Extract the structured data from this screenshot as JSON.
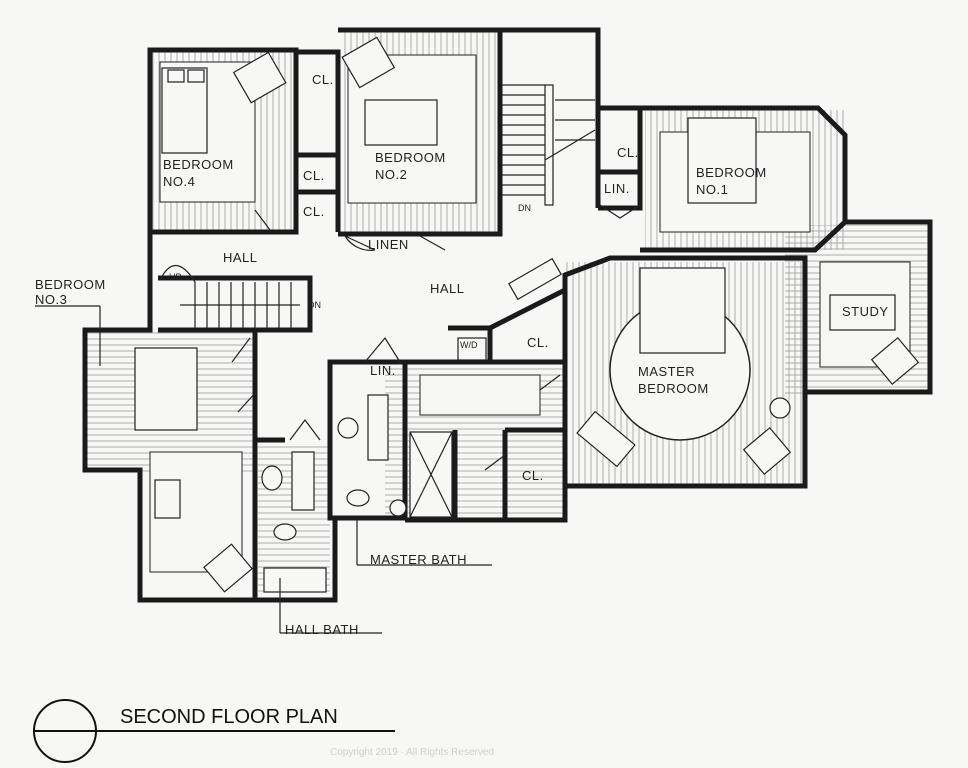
{
  "labels": {
    "bedroom4_a": "BEDROOM",
    "bedroom4_b": "NO.4",
    "bedroom2_a": "BEDROOM",
    "bedroom2_b": "NO.2",
    "bedroom1_a": "BEDROOM",
    "bedroom1_b": "NO.1",
    "bedroom3_a": "BEDROOM",
    "bedroom3_b": "NO.3",
    "hall_left": "HALL",
    "hall_center": "HALL",
    "linen": "LINEN",
    "lin_upper": "LIN.",
    "lin_lower": "LIN.",
    "cl_top": "CL.",
    "cl_mid1": "CL.",
    "cl_mid2": "CL.",
    "cl_b1": "CL.",
    "cl_master": "CL.",
    "cl_bath": "CL.",
    "wd": "W/D",
    "up": "UP",
    "dn_top": "DN",
    "dn_left": "DN",
    "master_a": "MASTER",
    "master_b": "BEDROOM",
    "study": "STUDY",
    "master_bath": "MASTER BATH",
    "hall_bath": "HALL BATH"
  },
  "title": "SECOND FLOOR PLAN",
  "copyright": "Copyright 2019 · All Rights Reserved"
}
